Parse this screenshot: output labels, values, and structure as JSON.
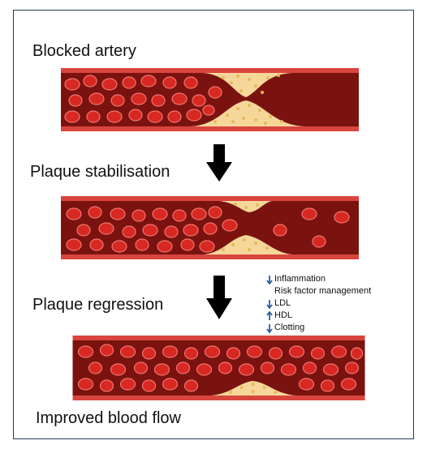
{
  "stages": [
    {
      "title": "Blocked artery"
    },
    {
      "title": "Plaque stabilisation"
    },
    {
      "title": "Plaque regression"
    },
    {
      "title": "Improved blood flow"
    }
  ],
  "effects": [
    {
      "direction": "down",
      "label": "Inflammation",
      "icon": "arrow-down-icon"
    },
    {
      "direction": "none",
      "label": "Risk factor management",
      "icon": ""
    },
    {
      "direction": "down",
      "label": "LDL",
      "icon": "arrow-down-icon"
    },
    {
      "direction": "up",
      "label": "HDL",
      "icon": "arrow-up-icon"
    },
    {
      "direction": "down",
      "label": "Clotting",
      "icon": "arrow-down-icon"
    }
  ],
  "colors": {
    "vessel_wall": "#d9453d",
    "lumen": "#7a1310",
    "blood_cell": "#d82822",
    "plaque": "#f5d79a",
    "plaque_dot": "#e8b85c",
    "arrow": "#000000",
    "effect_arrow": "#2e5f9e",
    "frame": "#2a3a5c"
  }
}
